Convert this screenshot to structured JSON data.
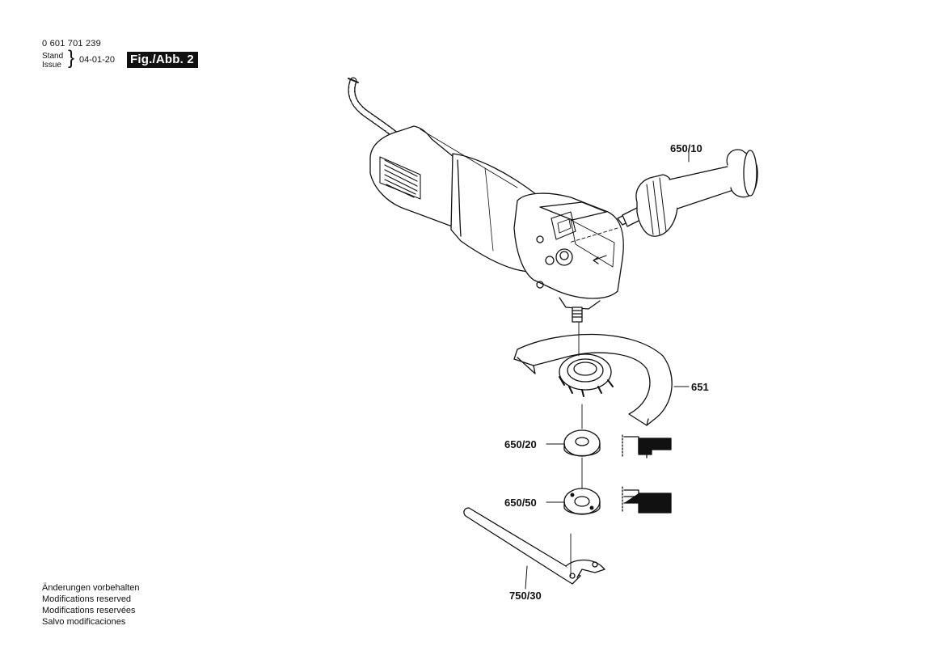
{
  "header": {
    "part_number": "0 601 701 239",
    "stand": "Stand",
    "issue": "Issue",
    "issue_date": "04-01-20",
    "figure_label": "Fig./Abb. 2"
  },
  "callouts": {
    "side_handle": "650/10",
    "guard": "651",
    "flange": "650/20",
    "clamping_nut": "650/50",
    "spanner": "750/30"
  },
  "disclaimer": [
    "Änderungen vorbehalten",
    "Modifications reserved",
    "Modifications reservées",
    "Salvo modificaciones"
  ]
}
